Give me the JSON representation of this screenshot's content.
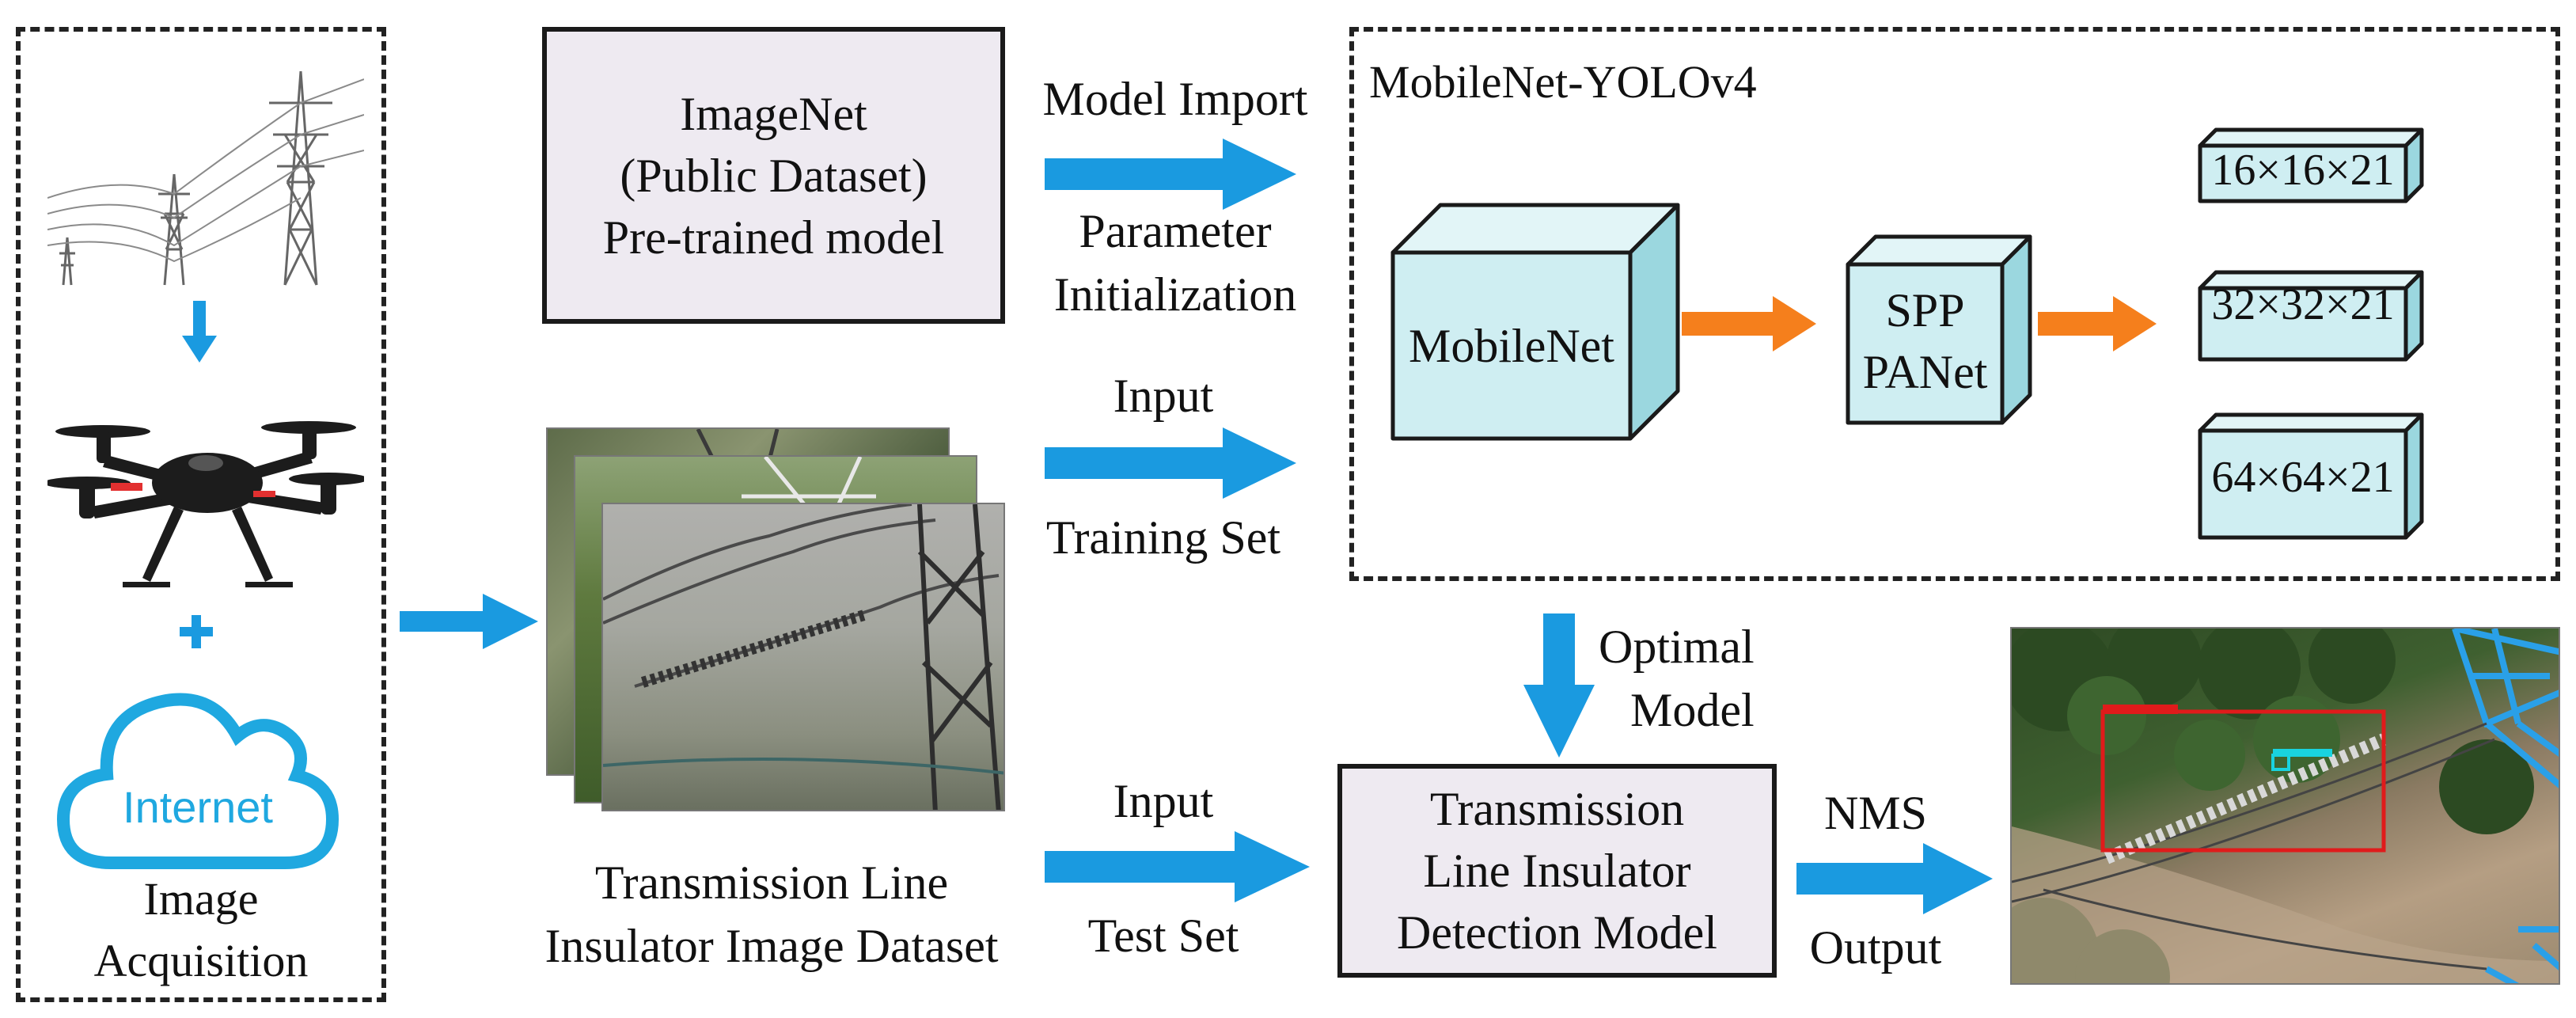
{
  "colors": {
    "arrow_blue": "#1a9ae0",
    "arrow_orange": "#f57f1c",
    "box_face": "#cfeef2",
    "box_top": "#e2f5f7",
    "box_side": "#9bd7df",
    "box_border": "#1a1a1a",
    "purple_fill": "#eeeaf1",
    "cloud": "#1fa8e0",
    "detect_red": "#e01b1b",
    "detect_cyan": "#19d3df"
  },
  "acquisition": {
    "icons": [
      "power-tower-icon",
      "drone-icon",
      "cloud-icon"
    ],
    "cloud_text": "Internet",
    "label_line1": "Image",
    "label_line2": "Acquisition"
  },
  "imagenet": {
    "line1": "ImageNet",
    "line2": "(Public Dataset)",
    "line3": "Pre-trained model"
  },
  "arrow_labels": {
    "model_import": "Model Import",
    "param_line1": "Parameter",
    "param_line2": "Initialization",
    "input_train": "Input",
    "training_set": "Training Set",
    "input_test": "Input",
    "test_set": "Test Set",
    "optimal_line1": "Optimal",
    "optimal_line2": "Model",
    "nms": "NMS",
    "output": "Output"
  },
  "network": {
    "title": "MobileNet-YOLOv4",
    "backbone": "MobileNet",
    "neck_line1": "SPP",
    "neck_line2": "PANet",
    "outputs": [
      "16×16×21",
      "32×32×21",
      "64×64×21"
    ]
  },
  "dataset": {
    "line1": "Transmission Line",
    "line2": "Insulator Image Dataset"
  },
  "detection_model": {
    "line1": "Transmission",
    "line2": "Line Insulator",
    "line3": "Detection Model"
  }
}
